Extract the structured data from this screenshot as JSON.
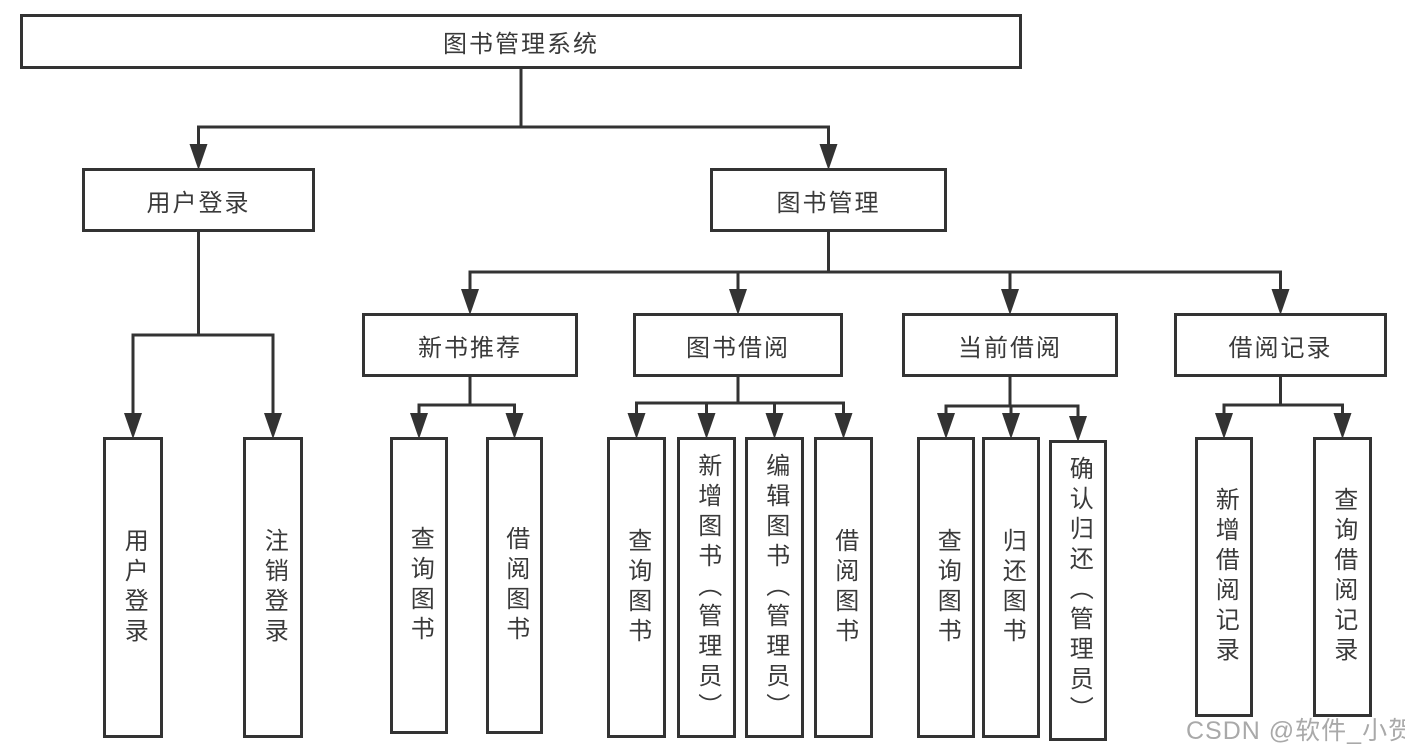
{
  "diagram": {
    "title": "图书管理系统",
    "tree": {
      "id": "root",
      "label": "图书管理系统",
      "children": [
        {
          "id": "user-login",
          "label": "用户登录",
          "children": [
            {
              "id": "user-login-leaf",
              "label": "用户登录"
            },
            {
              "id": "logout-leaf",
              "label": "注销登录"
            }
          ]
        },
        {
          "id": "book-mgmt",
          "label": "图书管理",
          "children": [
            {
              "id": "new-book-recommend",
              "label": "新书推荐",
              "children": [
                {
                  "id": "nb-query-book",
                  "label": "查询图书"
                },
                {
                  "id": "nb-borrow-book",
                  "label": "借阅图书"
                }
              ]
            },
            {
              "id": "book-borrow",
              "label": "图书借阅",
              "children": [
                {
                  "id": "bb-query-book",
                  "label": "查询图书"
                },
                {
                  "id": "bb-add-book",
                  "label": "新增图书（管理员）"
                },
                {
                  "id": "bb-edit-book",
                  "label": "编辑图书（管理员）"
                },
                {
                  "id": "bb-borrow-book",
                  "label": "借阅图书"
                }
              ]
            },
            {
              "id": "current-borrow",
              "label": "当前借阅",
              "children": [
                {
                  "id": "cb-query-book",
                  "label": "查询图书"
                },
                {
                  "id": "cb-return-book",
                  "label": "归还图书"
                },
                {
                  "id": "cb-confirm-return",
                  "label": "确认归还（管理员）"
                }
              ]
            },
            {
              "id": "borrow-records",
              "label": "借阅记录",
              "children": [
                {
                  "id": "br-add-record",
                  "label": "新增借阅记录"
                },
                {
                  "id": "br-query-record",
                  "label": "查询借阅记录"
                }
              ]
            }
          ]
        }
      ]
    }
  },
  "watermark": {
    "text": "CSDN @软件_小贺同学"
  },
  "colors": {
    "line": "#333333",
    "box_border": "#333333",
    "box_background": "#ffffff",
    "text": "#3a3a3a",
    "watermark": "#969696"
  }
}
